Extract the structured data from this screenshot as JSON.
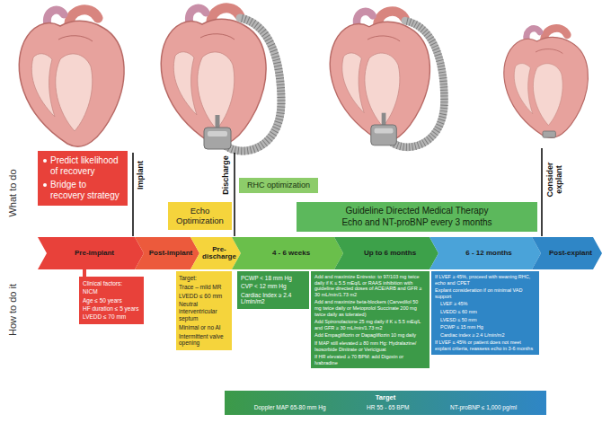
{
  "diagram": {
    "nodes": [
      {
        "text": [
          "Predict likelihood of recovery",
          "Bridge to recovery strategy"
        ]
      },
      {
        "text": [
          "Echo Optimization"
        ]
      },
      {
        "text": [
          "RHC optimization"
        ]
      },
      {
        "text": [
          "Guideline Directed Medical Therapy",
          "Echo and NT-proBNP every 3 months"
        ]
      },
      {
        "text": [
          "Pre-implant"
        ]
      },
      {
        "text": [
          "Post-implant"
        ]
      },
      {
        "text": [
          "Pre-discharge"
        ]
      },
      {
        "text": [
          "4 - 6 weeks"
        ]
      },
      {
        "text": [
          "Up to 6 months"
        ]
      },
      {
        "text": [
          "6 - 12 months"
        ]
      },
      {
        "text": [
          "Post-explant"
        ]
      },
      {
        "text": [
          "Clinical factors:",
          "NICM",
          "Age ≤ 50 years",
          "HF duration ≤ 5 years",
          "LVEDD ≤ 70 mm"
        ]
      },
      {
        "text": [
          "Target:",
          "Trace – mild MR",
          "LVEDD ≤ 60 mm",
          "Neutral interventricular septum",
          "Minimal or no AI",
          "Intermittent valve opening"
        ]
      },
      {
        "text": [
          "PCWP < 18 mm Hg",
          "CVP < 12 mm Hg",
          "Cardiac Index ≥ 2.4 L/min/m2"
        ]
      },
      {
        "text": [
          "Add and maximize Entresto: to 97/103 mg twice daily if K ≤ 5.5 mEq/L or RAAS inhibition with guideline directed doses of ACE/ARB and GFR ≥ 30 mL/min/1.73 m2",
          "Add and maximize beta-blockers (Carvedilol 50 mg twice daily or Metoprolol Succinate 200 mg twice daily as tolerated)",
          "Add Spironolactone 25 mg daily if K ≤ 5.5 mEq/L and GFR ≥ 30 mL/min/1.73 m2",
          "Add Empagliflozin or Dapagliflozin 10 mg daily",
          "If MAP still elevated ≥ 80 mm Hg: Hydralazine/ Isosorbide Dinitrate or Vericiguat",
          "If HR elevated ≥ 70 BPM: add Digoxin or Ivabradine"
        ]
      },
      {
        "text": [
          "If LVEF ≥ 45%, proceed with weaning RHC, echo and CPET",
          "Explant consideration if on minimal VAD support",
          "LVEF ≥ 45%",
          "LVEDD ≤ 60 mm",
          "LVESD ≤ 50 mm",
          "PCWP ≤ 15 mm Hg",
          "Cardiac index ≥ 2.4 L/min/m2",
          "If LVEF ≤ 45% or patient does not meet explant criteria, reassess echo in 3-6 months"
        ]
      },
      {
        "text": [
          "Target",
          "Doppler MAP 65-80 mm Hg",
          "HR 55 - 65 BPM",
          "NT-proBNP ≤ 1,000 pg/ml"
        ]
      }
    ],
    "labels": [
      "What to do",
      "How to do it",
      "Implant",
      "Discharge",
      "Consider explant"
    ]
  }
}
